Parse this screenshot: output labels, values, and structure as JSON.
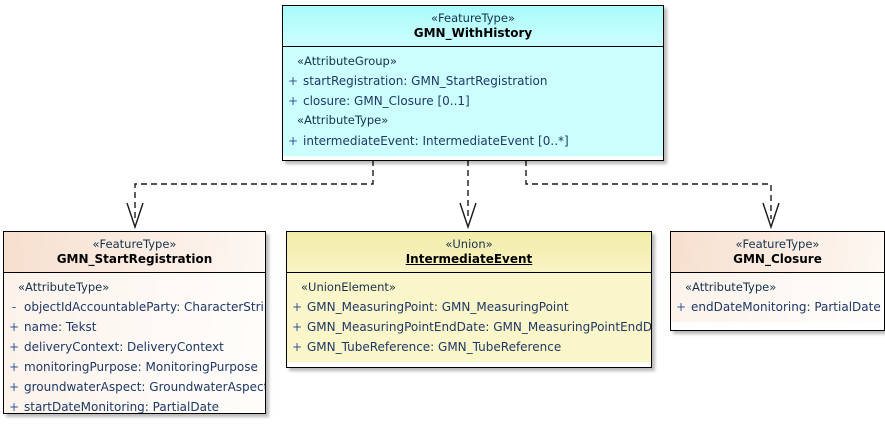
{
  "diagram": {
    "type": "uml-class-diagram",
    "notation": "UML dependency (dashed arrows)"
  },
  "classes": {
    "gmn_with_history": {
      "stereotype": "«FeatureType»",
      "name": "GMN_WithHistory",
      "groups": [
        {
          "label": "«AttributeGroup»",
          "features": [
            {
              "visibility": "+",
              "text": "startRegistration: GMN_StartRegistration"
            },
            {
              "visibility": "+",
              "text": "closure: GMN_Closure [0..1]"
            }
          ]
        },
        {
          "label": "«AttributeType»",
          "features": [
            {
              "visibility": "+",
              "text": "intermediateEvent: IntermediateEvent [0..*]"
            }
          ]
        }
      ]
    },
    "gmn_start_registration": {
      "stereotype": "«FeatureType»",
      "name": "GMN_StartRegistration",
      "groups": [
        {
          "label": "«AttributeType»",
          "features": [
            {
              "visibility": "-",
              "text": "objectIdAccountableParty: CharacterString"
            },
            {
              "visibility": "+",
              "text": "name: Tekst"
            },
            {
              "visibility": "+",
              "text": "deliveryContext: DeliveryContext"
            },
            {
              "visibility": "+",
              "text": "monitoringPurpose: MonitoringPurpose"
            },
            {
              "visibility": "+",
              "text": "groundwaterAspect: GroundwaterAspect"
            },
            {
              "visibility": "+",
              "text": "startDateMonitoring: PartialDate"
            }
          ]
        }
      ]
    },
    "intermediate_event": {
      "stereotype": "«Union»",
      "name": "IntermediateEvent",
      "groups": [
        {
          "label": "«UnionElement»",
          "features": [
            {
              "visibility": "+",
              "text": "GMN_MeasuringPoint: GMN_MeasuringPoint"
            },
            {
              "visibility": "+",
              "text": "GMN_MeasuringPointEndDate: GMN_MeasuringPointEndDate"
            },
            {
              "visibility": "+",
              "text": "GMN_TubeReference: GMN_TubeReference"
            }
          ]
        }
      ]
    },
    "gmn_closure": {
      "stereotype": "«FeatureType»",
      "name": "GMN_Closure",
      "groups": [
        {
          "label": "«AttributeType»",
          "features": [
            {
              "visibility": "+",
              "text": "endDateMonitoring: PartialDate"
            }
          ]
        }
      ]
    }
  },
  "colors": {
    "featuretype_header": "#f6e0cf",
    "featuretype_body": "#fdf8f3",
    "root_header": "#a9fbfb",
    "root_body": "#ccffff",
    "union_header": "#f2ecaa",
    "union_body": "#fbf6c9",
    "border": "#000000",
    "attribute_text": "#1f3864",
    "stereotype_text": "#15314b"
  }
}
